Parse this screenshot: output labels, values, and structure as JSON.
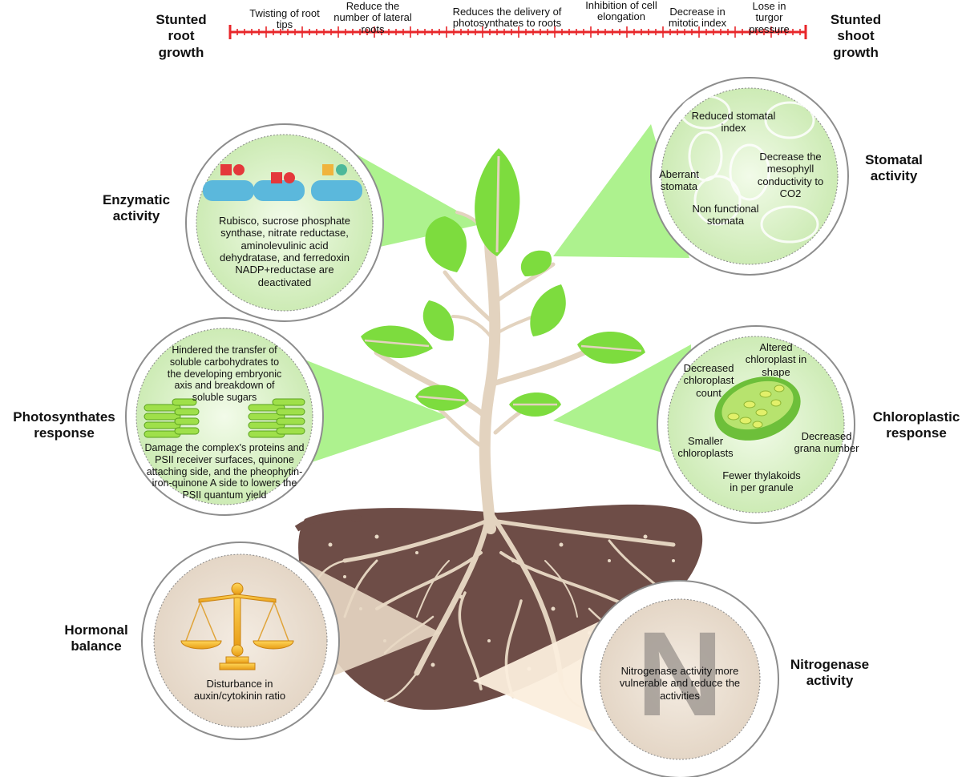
{
  "scale_bar": {
    "left_label": "Stunted root growth",
    "right_label": "Stunted shoot growth",
    "items": [
      "Twisting of root tips",
      "Reduce the number of lateral roots",
      "Reduces the delivery of photosynthates to roots",
      "Inhibition of cell elongation",
      "Decrease in mitotic index",
      "Lose in turgor pressure"
    ]
  },
  "panels": {
    "enzymatic": {
      "title": "Enzymatic activity",
      "text": "Rubisco, sucrose phosphate synthase, nitrate reductase, aminolevulinic acid dehydratase, and ferredoxin NADP+reductase are deactivated"
    },
    "stomatal": {
      "title": "Stomatal activity",
      "labels": [
        "Reduced stomatal index",
        "Aberrant stomata",
        "Decrease the mesophyll conductivity to CO2",
        "Non functional stomata"
      ]
    },
    "photosynthates": {
      "title": "Photosynthates response",
      "text_top": "Hindered the transfer of soluble carbohydrates to the developing embryonic axis and breakdown of soluble sugars",
      "text_bottom": "Damage the complex's proteins and PSII receiver surfaces, quinone attaching side, and the pheophytin-iron-quinone A side to lowers the PSII quantum yield"
    },
    "chloroplastic": {
      "title": "Chloroplastic response",
      "labels": [
        "Altered chloroplast in shape",
        "Decreased chloroplast count",
        "Smaller chloroplasts",
        "Decreased grana number",
        "Fewer thylakoids in per granule"
      ]
    },
    "hormonal": {
      "title": "Hormonal balance",
      "text": "Disturbance in auxin/cytokinin ratio"
    },
    "nitrogenase": {
      "title": "Nitrogenase activity",
      "glyph": "N",
      "text": "Nitrogenase activity more vulnerable and reduce the activities"
    }
  },
  "colors": {
    "scale_red": "#e8262a",
    "leaf_green": "#7ddc3e",
    "callout_green": "#9ff07a",
    "circle_fill": "#dff5cf",
    "soil": "#6e4d47",
    "stem": "#e3d3bf",
    "beige_callout": "#e8d8c4"
  },
  "icons": [
    "enzyme-icon",
    "stomata-icon",
    "thylakoid-stack-icon",
    "chloroplast-icon",
    "balance-scale-icon"
  ]
}
